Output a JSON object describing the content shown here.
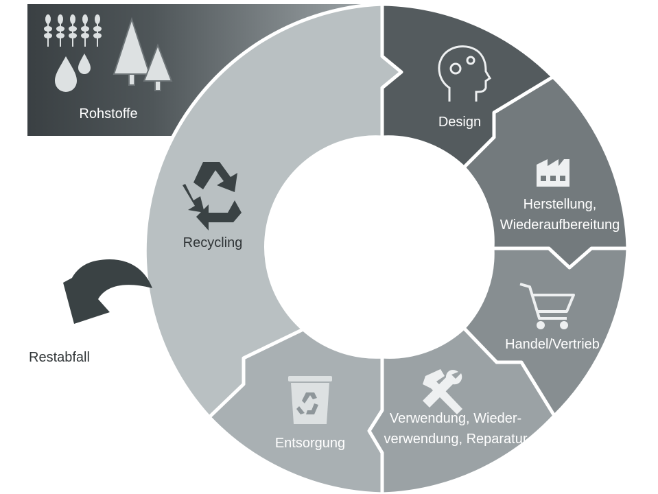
{
  "segments": {
    "rohstoffe": "Rohstoffe",
    "design": "Design",
    "herstellung": [
      "Herstellung,",
      "Wiederaufbereitung"
    ],
    "handel": "Handel/Vertrieb",
    "verwendung": [
      "Verwendung, Wieder-",
      "verwendung, Reparatur"
    ],
    "entsorgung": "Entsorgung",
    "recycling": "Recycling",
    "restabfall": "Restabfall"
  },
  "colors": {
    "rohstoffe_dark": "#3c4245",
    "rohstoffe_light": "#9aa1a4",
    "design": "#545b5e",
    "herstellung": "#737a7d",
    "handel": "#878e91",
    "verwendung": "#9ba2a5",
    "entsorgung": "#a9b0b3",
    "recycling": "#b9c0c2",
    "arrow": "#3a4244",
    "icon_light": "#dde1e2"
  }
}
